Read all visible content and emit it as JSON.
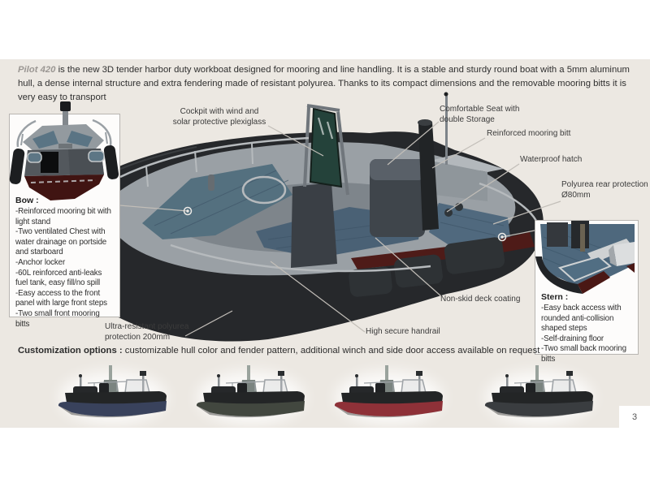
{
  "page": {
    "number": "3",
    "sheet_color": "#ece8e2",
    "background": "#ffffff"
  },
  "intro": {
    "product": "Pilot 420",
    "text": " is the new 3D tender harbor duty workboat designed for mooring and line handling. It is a stable and sturdy round boat with a 5mm aluminum hull, a dense internal structure and extra fendering made of resistant polyurea. Thanks to its compact dimensions and the removable mooring bitts it is very easy to transport"
  },
  "callouts": {
    "cockpit": "Cockpit with wind and\nsolar protective plexiglass",
    "seat": "Comfortable Seat with\ndouble Storage",
    "mooring_bitt": "Reinforced mooring bitt",
    "hatch": "Waterproof hatch",
    "rear_protection": "Polyurea rear protection\nØ80mm",
    "non_skid": "Non-skid deck coating",
    "handrail": "High secure handrail",
    "polyurea": "Ultra-resistant polyurea\nprotection 200mm"
  },
  "bow_panel": {
    "title": "Bow :",
    "items": [
      "-Reinforced mooring bit with light stand",
      "-Two ventilated Chest with water drainage on portside and starboard",
      "-Anchor locker",
      "-60L reinforced anti-leaks fuel tank, easy fill/no spill",
      "-Easy access to the front panel with large front steps",
      "-Two small front mooring bitts"
    ]
  },
  "stern_panel": {
    "title": "Stern :",
    "items": [
      "-Easy back access with rounded anti-collision shaped steps",
      "-Self-draining floor",
      "-Two small back mooring bitts"
    ]
  },
  "customization": {
    "label": "Customization options :",
    "text": " customizable hull color and fender pattern, additional winch and side door access available on request",
    "variants": [
      {
        "name": "navy blue hull",
        "hull_color": "#39425c"
      },
      {
        "name": "olive gray hull",
        "hull_color": "#42473f"
      },
      {
        "name": "red hull",
        "hull_color": "#8e3138"
      },
      {
        "name": "dark gray hull",
        "hull_color": "#3a3d40"
      }
    ]
  },
  "illustration_colors": {
    "fender_black": "#26282b",
    "deck_gray": "#9aa0a5",
    "nonskid_blue": "#4c6479",
    "plexiglass_green": "#24423a",
    "hull_red": "#4e1b18",
    "leader_line": "#c2beb8"
  }
}
